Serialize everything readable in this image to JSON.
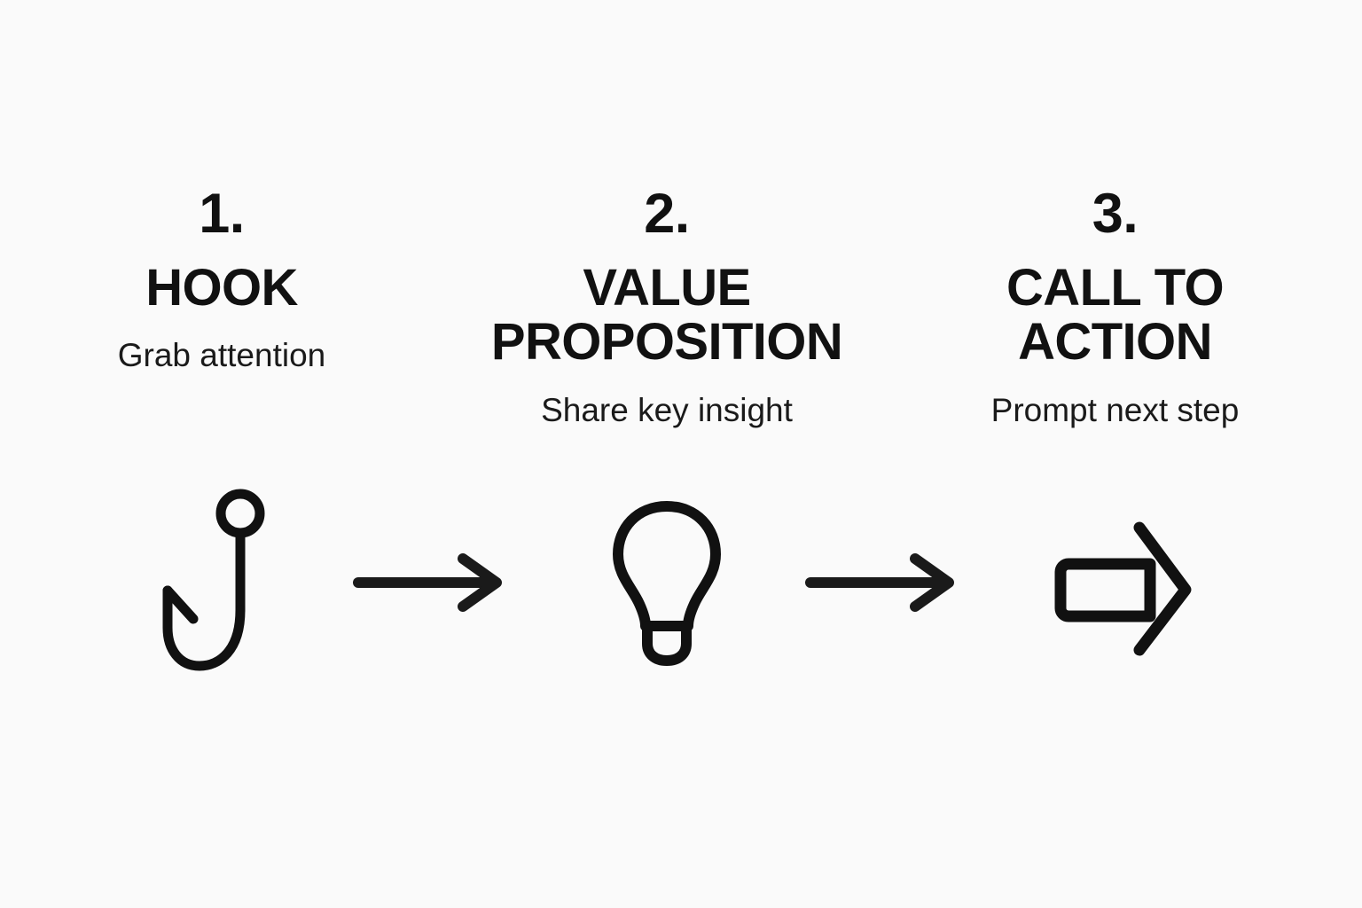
{
  "diagram": {
    "background_color": "#fafafa",
    "ink_color": "#111111",
    "steps": [
      {
        "number": "1.",
        "title": "HOOK",
        "subtitle": "Grab attention",
        "icon": "fish-hook-icon"
      },
      {
        "number": "2.",
        "title": "VALUE\nPROPOSITION",
        "subtitle": "Share key insight",
        "icon": "lightbulb-icon"
      },
      {
        "number": "3.",
        "title": "CALL TO\nACTION",
        "subtitle": "Prompt next step",
        "icon": "block-arrow-right-icon"
      }
    ],
    "connectors": [
      {
        "icon": "arrow-right-icon"
      },
      {
        "icon": "arrow-right-icon"
      }
    ]
  }
}
